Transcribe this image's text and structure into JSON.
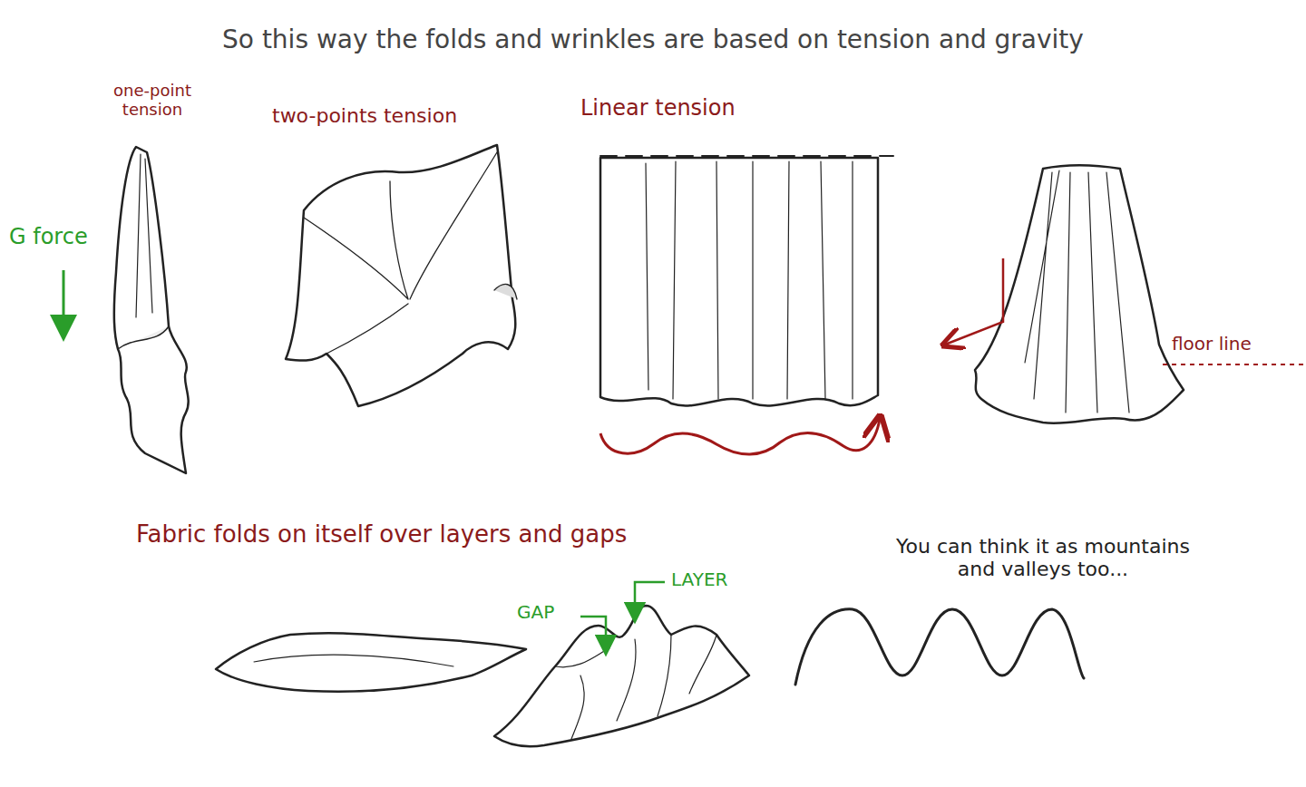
{
  "diagram": {
    "title": "So this way the folds and wrinkles are based on tension and gravity",
    "labels": [
      "one-point tension",
      "G force",
      "two-points tension",
      "Linear tension",
      "floor line",
      "Fabric folds on itself over layers and gaps",
      "GAP",
      "LAYER",
      "You can think it as mountains and valleys too..."
    ]
  }
}
